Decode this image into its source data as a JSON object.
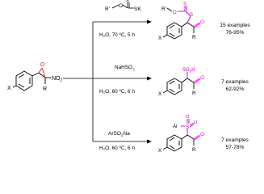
{
  "starting_material": {
    "substituent": "X",
    "r_group": "R",
    "nitro": "NO",
    "nitro_sub": "2"
  },
  "reactions": [
    {
      "reagent": {
        "r_group": "R'",
        "o": "O",
        "s1": "S",
        "sk": "SK"
      },
      "conditions": "H₂O, 70 ºC, 5 h",
      "product": {
        "x": "X",
        "o1": "O",
        "s1": "S",
        "r_prime": "R'",
        "s2": "S",
        "carbonyl_o": "O",
        "r": "R"
      },
      "examples": "15 examples",
      "yield_range": "76-95%"
    },
    {
      "reagent": {
        "text": "NaHSO",
        "sub": "3"
      },
      "conditions": "H₂O, 60 ºC, 6 h",
      "product": {
        "x": "X",
        "group": "SO",
        "group_sub": "3",
        "group_h": "H",
        "carbonyl_o": "O",
        "r": "R"
      },
      "examples": "7 examples",
      "yield_range": "62-92%"
    },
    {
      "reagent": {
        "text": "ArSO",
        "sub": "2",
        "tail": "Na"
      },
      "conditions": "H₂O, 60 ºC, 6 h",
      "product": {
        "x": "X",
        "ar": "Ar",
        "s": "S",
        "o1": "O",
        "o2": "O",
        "carbonyl_o": "O",
        "r": "R"
      },
      "examples": "7 examples",
      "yield_range": "57-78%"
    }
  ],
  "colors": {
    "sulfur_highlight": "#c000c0",
    "carbonyl_highlight": "#ff00ff",
    "reagent_blue": "#1f4fd6",
    "epoxide_o_red": "#e01e1e"
  }
}
